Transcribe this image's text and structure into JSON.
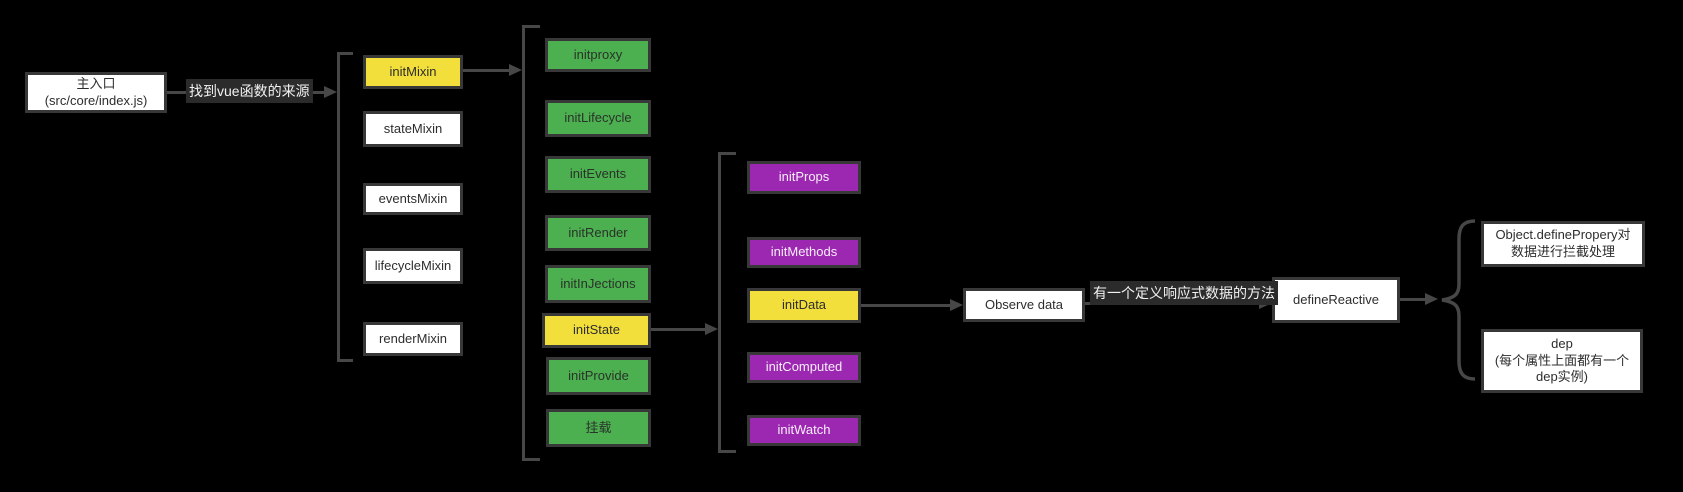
{
  "palette": {
    "background": "#000000",
    "node_yellow": "#F2DF3B",
    "node_green": "#4CAF50",
    "node_purple": "#9C27B0",
    "node_white": "#FFFFFF",
    "connector_gray": "#474747",
    "node_border": "#383838",
    "edge_label_bg": "#2B2B2B",
    "edge_label_text": "#F2F2F2"
  },
  "diagram": {
    "entry": {
      "label": "主入口\n(src/core/index.js)"
    },
    "edge_labels": {
      "find_vue_source": "找到vue函数的来源",
      "reactive_method": "有一个定义响应式数据的方法"
    },
    "mixins": [
      {
        "label": "initMixin",
        "color": "yellow"
      },
      {
        "label": "stateMixin",
        "color": "white"
      },
      {
        "label": "eventsMixin",
        "color": "white"
      },
      {
        "label": "lifecycleMixin",
        "color": "white"
      },
      {
        "label": "renderMixin",
        "color": "white"
      }
    ],
    "init_steps": [
      {
        "label": "initproxy",
        "color": "green"
      },
      {
        "label": "initLifecycle",
        "color": "green"
      },
      {
        "label": "initEvents",
        "color": "green"
      },
      {
        "label": "initRender",
        "color": "green"
      },
      {
        "label": "initInJections",
        "color": "green"
      },
      {
        "label": "initState",
        "color": "yellow"
      },
      {
        "label": "initProvide",
        "color": "green"
      },
      {
        "label": "挂载",
        "color": "green"
      }
    ],
    "state_steps": [
      {
        "label": "initProps",
        "color": "purple"
      },
      {
        "label": "initMethods",
        "color": "purple"
      },
      {
        "label": "initData",
        "color": "yellow"
      },
      {
        "label": "initComputed",
        "color": "purple"
      },
      {
        "label": "initWatch",
        "color": "purple"
      }
    ],
    "observe": {
      "label": "Observe data"
    },
    "define_reactive": {
      "label": "defineReactive"
    },
    "outcomes": [
      {
        "label": "Object.definePropery对\n数据进行拦截处理"
      },
      {
        "label": "dep\n(每个属性上面都有一个\ndep实例)"
      }
    ]
  }
}
